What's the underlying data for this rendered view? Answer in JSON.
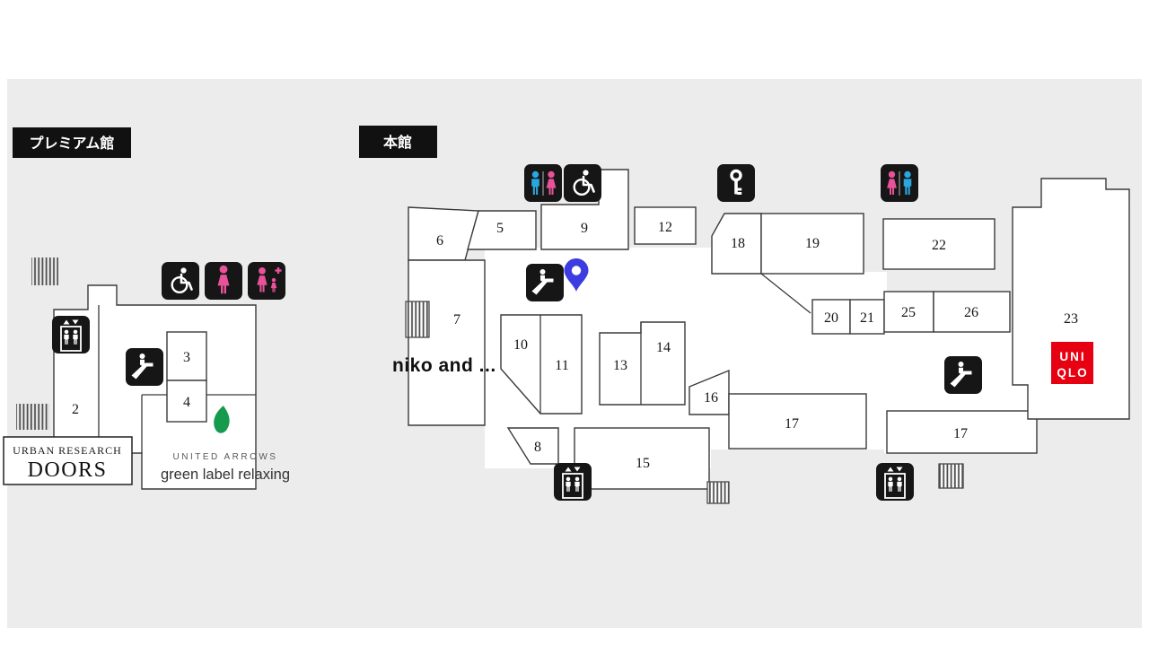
{
  "headers": {
    "premium": "プレミアム館",
    "main": "本館"
  },
  "premium_rooms": {
    "r2": "2",
    "r3": "3",
    "r4": "4"
  },
  "main_rooms": {
    "r5": "5",
    "r6": "6",
    "r7": "7",
    "r8": "8",
    "r9": "9",
    "r10": "10",
    "r11": "11",
    "r12": "12",
    "r13": "13",
    "r14": "14",
    "r15": "15",
    "r16": "16",
    "r17a": "17",
    "r17b": "17",
    "r18": "18",
    "r19": "19",
    "r20": "20",
    "r21": "21",
    "r22": "22",
    "r23": "23",
    "r25": "25",
    "r26": "26"
  },
  "logos": {
    "urban_research_line1": "URBAN RESEARCH",
    "urban_research_line2": "DOORS",
    "united_arrows_line1": "UNITED ARROWS",
    "united_arrows_line2": "green label relaxing",
    "niko": "niko and ...",
    "uniqlo_line1": "UNI",
    "uniqlo_line2": "QLO"
  },
  "icons": {
    "elevator": "elevator-icon",
    "escalator": "escalator-icon",
    "accessible_restroom": "wheelchair-icon",
    "restroom": "restroom-icon",
    "womens_restroom": "woman-icon",
    "nursing_room": "baby-room-icon",
    "coin_locker": "key-icon",
    "current_location": "map-pin-icon",
    "stairs": "stairs-hatch"
  },
  "colors": {
    "map_background": "#ececec",
    "wall": "#3a3a3a",
    "icon_background": "#161616",
    "male_blue": "#2aa7e0",
    "female_pink": "#e85298",
    "leaf_green": "#169a4e",
    "uniqlo_red": "#e60012",
    "pin_blue": "#3c3ce0"
  }
}
